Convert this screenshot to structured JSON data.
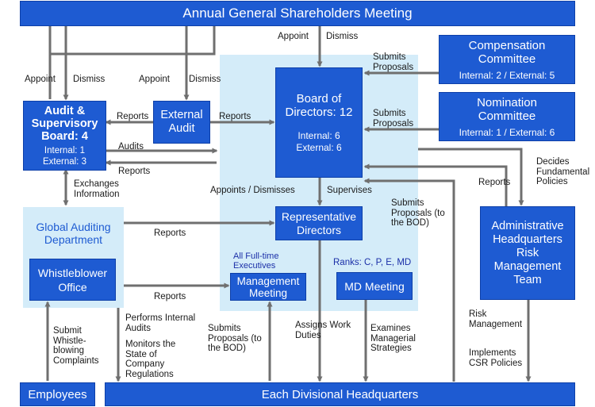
{
  "boxes": {
    "agm": "Annual General Shareholders Meeting",
    "compensation": {
      "title": "Compensation Committee",
      "detail": "Internal: 2 / External: 5"
    },
    "nomination": {
      "title": "Nomination Committee",
      "detail": "Internal: 1 / External: 6"
    },
    "bod": {
      "title": "Board of Directors: 12",
      "internal": "Internal: 6",
      "external": "External: 6"
    },
    "audit_board": {
      "title": "Audit & Supervisory Board: 4",
      "internal": "Internal: 1",
      "external": "External: 3"
    },
    "external_audit": "External Audit",
    "global_audit": "Global Auditing Department",
    "whistleblower": "Whistleblower Office",
    "rep_directors": "Representative Directors",
    "management_meeting": "Management Meeting",
    "full_time_execs": "All Full-time Executives",
    "md_meeting": "MD Meeting",
    "ranks": "Ranks: C, P, E, MD",
    "admin_hq": "Administrative Headquarters Risk Management Team",
    "employees": "Employees",
    "divisional_hq": "Each Divisional Headquarters"
  },
  "labels": {
    "appoint": "Appoint",
    "dismiss": "Dismiss",
    "reports": "Reports",
    "audits": "Audits",
    "submits_proposals": "Submits Proposals",
    "exchanges_information": "Exchanges Information",
    "appoints_dismisses": "Appoints / Dismisses",
    "supervises": "Supervises",
    "submits_proposals_bod": "Submits Proposals (to the BOD)",
    "decides_policies": "Decides Fundamental Policies",
    "submit_whistleblowing": "Submit Whistle-blowing Complaints",
    "performs_audits": "Performs Internal Audits",
    "monitors_state": "Monitors the State of Company Regulations",
    "assigns_duties": "Assigns Work Duties",
    "examines_strategies": "Examines Managerial Strategies",
    "risk_management": "Risk Management",
    "implements_csr": "Implements CSR Policies"
  },
  "colors": {
    "box": "#1e5bd2",
    "panel": "#d4ecf9",
    "arrow": "#6f6f6f",
    "text_navy": "#1b2fa8"
  }
}
